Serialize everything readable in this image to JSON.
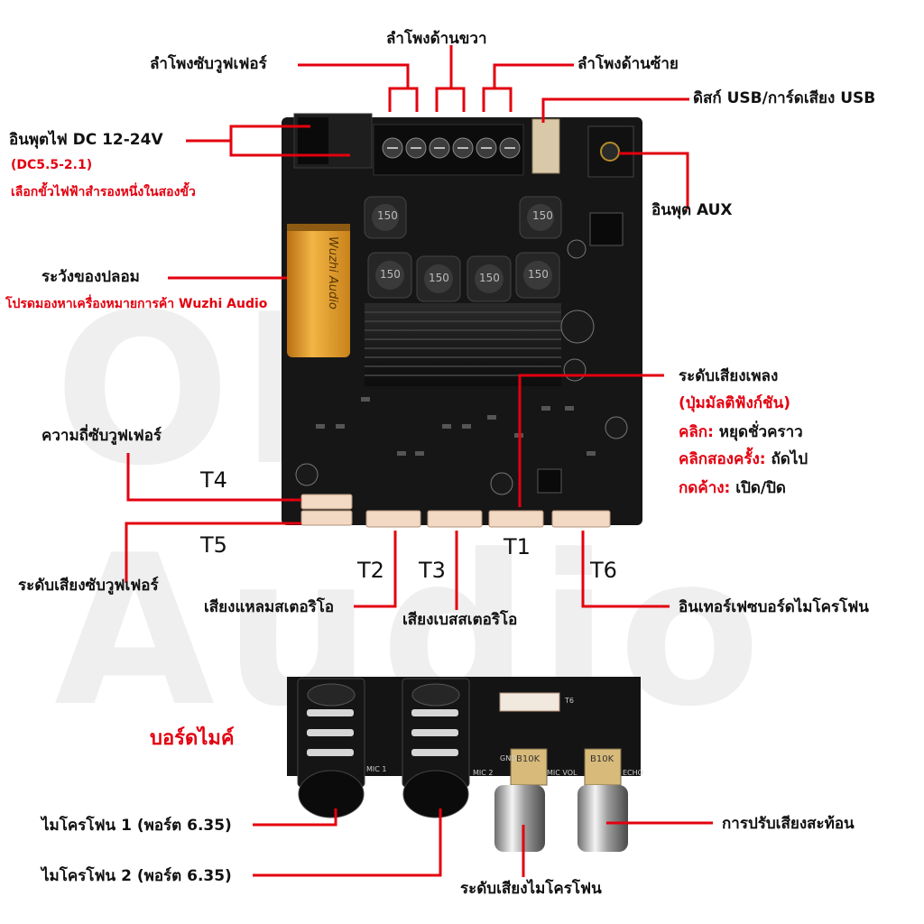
{
  "watermark": "ONE Audio",
  "labels": {
    "subwoofer_speaker": "ลำโพงซับวูฟเฟอร์",
    "right_speaker": "ลำโพงด้านขวา",
    "left_speaker": "ลำโพงด้านซ้าย",
    "usb": "ดิสก์ USB/การ์ดเสียง USB",
    "dc_input": "อินพุตไฟ DC 12-24V",
    "dc_spec": "(DC5.5-2.1)",
    "dc_note": "เลือกขั้วไฟฟ้าสำรองหนึ่งในสองขั้ว",
    "aux_input": "อินพุต AUX",
    "fake_warning": "ระวังของปลอม",
    "fake_note": "โปรดมองหาเครื่องหมายการค้า Wuzhi Audio",
    "music_volume": "ระดับเสียงเพลง",
    "multifunction": "(ปุ่มมัลติฟังก์ชัน)",
    "click_key": "คลิก:",
    "click_val": " หยุดชั่วคราว",
    "double_key": "คลิกสองครั้ง:",
    "double_val": " ถัดไป",
    "hold_key": "กดค้าง:",
    "hold_val": " เปิด/ปิด",
    "sub_freq": "ความถี่ซับวูฟเฟอร์",
    "sub_volume": "ระดับเสียงซับวูฟเฟอร์",
    "treble": "เสียงแหลมสเตอริโอ",
    "bass": "เสียงเบสสเตอริโอ",
    "mic_interface": "อินเทอร์เฟซบอร์ดไมโครโฟน",
    "mic_board": "บอร์ดไมค์",
    "mic1": "ไมโครโฟน 1 (พอร์ต 6.35)",
    "mic2": "ไมโครโฟน 2 (พอร์ต 6.35)",
    "echo": "การปรับเสียงสะท้อน",
    "mic_volume": "ระดับเสียงไมโครโฟน"
  },
  "connectors": {
    "t1": "T1",
    "t2": "T2",
    "t3": "T3",
    "t4": "T4",
    "t5": "T5",
    "t6": "T6"
  },
  "inductors": [
    "150",
    "150",
    "150",
    "150",
    "150",
    "150"
  ],
  "capacitor_text": "Wuzhi Audio",
  "pot_label": "B10K",
  "mic_board_silk": {
    "mic1": "MIC 1",
    "mic2": "MIC 2",
    "micvol": "MIC VOL",
    "echo": "ECHO",
    "gnd": "GND",
    "t6": "T6"
  },
  "colors": {
    "accent": "#e3000f",
    "pcb": "#161616",
    "text": "#111111"
  }
}
